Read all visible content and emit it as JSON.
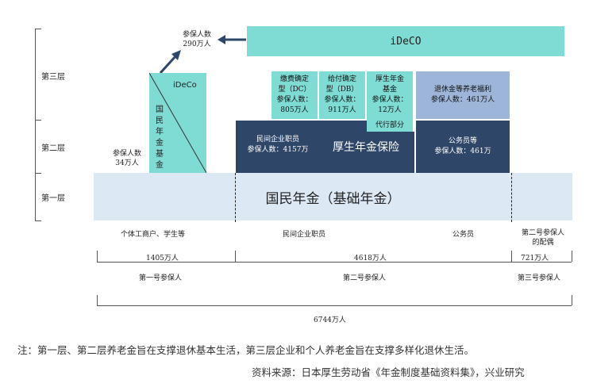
{
  "layers": {
    "third": "第三层",
    "second": "第二层",
    "first": "第一层"
  },
  "ideco_top": {
    "label": "iDeCO",
    "count_label": "参保人数",
    "count": "290万人"
  },
  "ideco_small": {
    "label": "iDeCo",
    "national_fund": "国民年金基金",
    "count_label": "参保人数",
    "count": "34万人"
  },
  "third_boxes": {
    "dc": {
      "line1": "缴费确定",
      "line2": "型（DC）",
      "line3": "参保人数：",
      "line4": "805万人"
    },
    "db": {
      "line1": "给付确定",
      "line2": "型（DB）",
      "line3": "参保人数：",
      "line4": "911万人"
    },
    "efp": {
      "line1": "厚生年金",
      "line2": "基金",
      "line3": "参保人数：",
      "line4": "12万人"
    },
    "retire": {
      "line1": "退休金等养老福利",
      "line2": "参保人数：461万人"
    }
  },
  "second_boxes": {
    "private": {
      "line1": "民间企业职员",
      "line2": "参保人数：4157万"
    },
    "kosei": "厚生年金保险",
    "proxy": "代行部分",
    "civil": {
      "line1": "公务员等",
      "line2": "参保人数：461万"
    }
  },
  "national_pension": "国民年金（基础年金）",
  "categories": {
    "self_employed": "个体工商户、学生等",
    "private_employee": "民间企业职员",
    "civil_servant": "公务员",
    "spouse": "第二号参保人的配偶"
  },
  "counts": {
    "first": "1405万人",
    "second": "4618万人",
    "third": "721万人",
    "total": "6744万人"
  },
  "insured_types": {
    "first": "第一号参保人",
    "second": "第二号参保人",
    "third": "第三号参保人"
  },
  "note": "注：第一层、第二层养老金旨在支撑退休基本生活，第三层企业和个人养老金旨在支撑多样化退休生活。",
  "source": "资料来源：日本厚生劳动省《年金制度基础资料集》，兴业研究",
  "colors": {
    "teal": "#7fdcd4",
    "navy": "#2e4668",
    "lightblue": "#dce9f5",
    "periwinkle": "#9db5d8"
  }
}
